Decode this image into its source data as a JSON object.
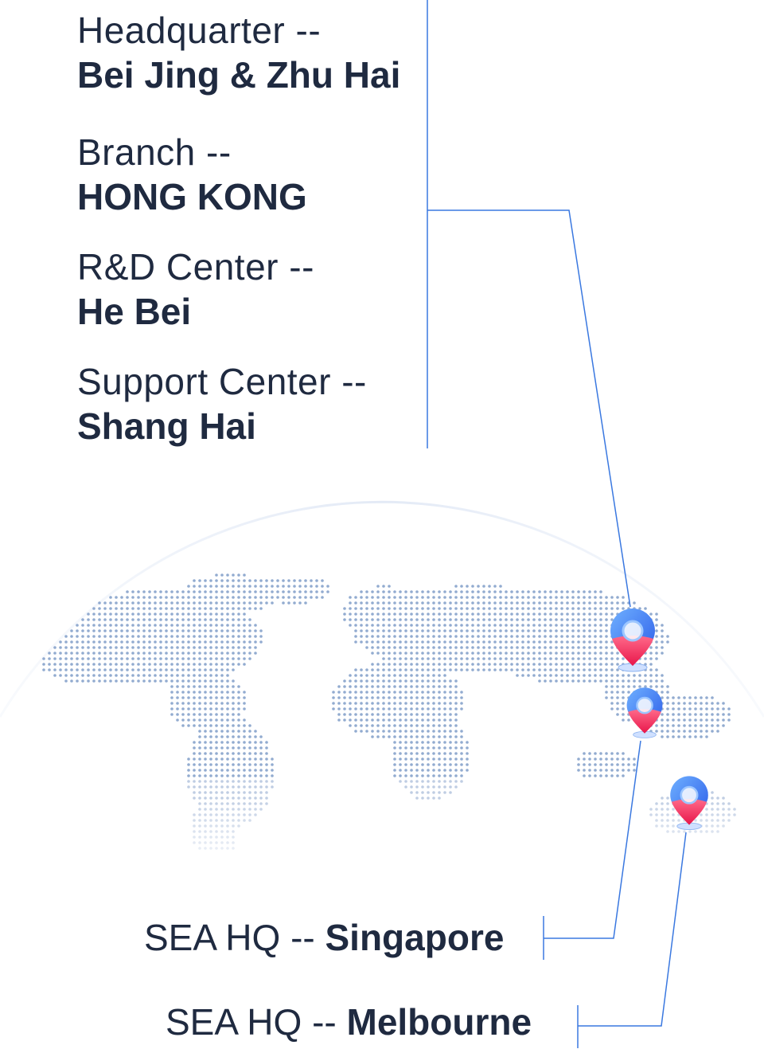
{
  "offices": [
    {
      "label": "Headquarter --",
      "city": "Bei Jing & Zhu Hai"
    },
    {
      "label": "Branch --",
      "city": "HONG KONG"
    },
    {
      "label": "R&D Center --",
      "city": "He Bei"
    },
    {
      "label": "Support Center --",
      "city": "Shang Hai"
    }
  ],
  "sea": [
    {
      "label": "SEA HQ --",
      "city": "Singapore"
    },
    {
      "label": "SEA HQ --",
      "city": "Melbourne"
    }
  ],
  "colors": {
    "text": "#1f2a40",
    "line": "#3a78e0",
    "dots": "#7f9cc8",
    "pin_blue": "#3d86f5",
    "pin_red": "#f2325e"
  },
  "icons": [
    "world-dot-map",
    "location-pin-icon"
  ]
}
